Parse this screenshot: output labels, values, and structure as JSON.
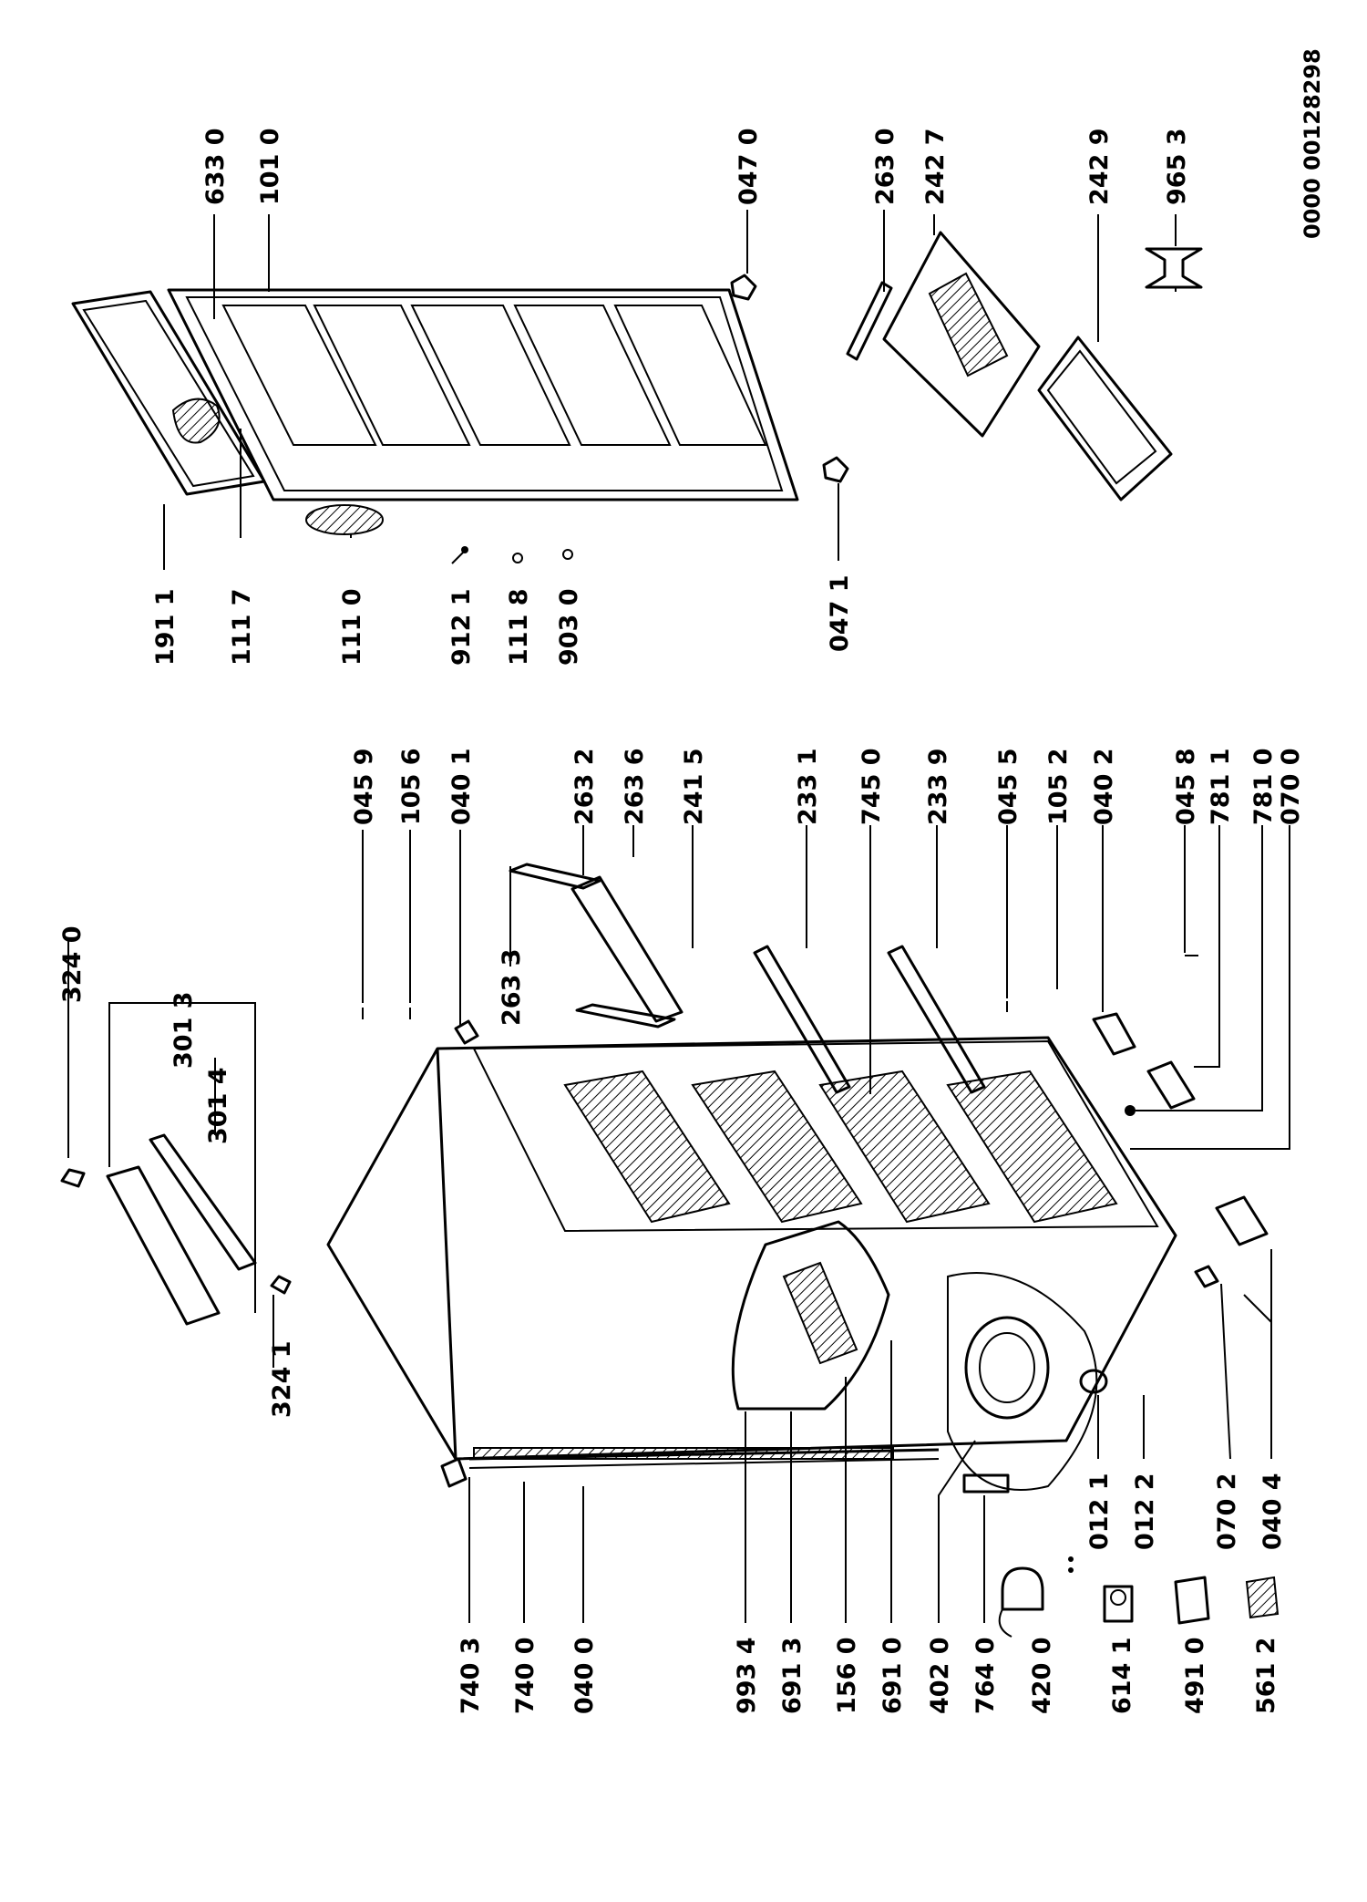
{
  "document_number": "0000 00128298",
  "labels": {
    "l3240": "324 0",
    "l3013": "301 3",
    "l3014": "301 4",
    "l3241": "324 1",
    "l0459": "045 9",
    "l1056": "105 6",
    "l0401": "040 1",
    "l2633": "263 3",
    "l2632": "263 2",
    "l2636": "263 6",
    "l2415": "241 5",
    "l2331": "233 1",
    "l7450": "745 0",
    "l2339": "233 9",
    "l0455": "045 5",
    "l1052": "105 2",
    "l0402": "040 2",
    "l0458": "045 8",
    "l7811": "781 1",
    "l7810": "781 0",
    "l0700": "070 0",
    "l7403": "740 3",
    "l7400": "740 0",
    "l0400": "040 0",
    "l9934": "993 4",
    "l6913": "691 3",
    "l1560": "156 0",
    "l6910": "691 0",
    "l4020": "402 0",
    "l7640": "764 0",
    "l4200": "420 0",
    "l6141": "614 1",
    "l4910": "491 0",
    "l5612": "561 2",
    "l0121": "012 1",
    "l0122": "012 2",
    "l0702": "070 2",
    "l0404": "040 4",
    "l1911": "191 1",
    "l1117": "111 7",
    "l1110": "111 0",
    "l9121": "912 1",
    "l1118": "111 8",
    "l9030": "903 0",
    "l0471": "047 1",
    "l6330": "633 0",
    "l1010": "101 0",
    "l0470": "047 0",
    "l2630": "263 0",
    "l2427": "242 7",
    "l2429": "242 9",
    "l9653": "965 3"
  }
}
